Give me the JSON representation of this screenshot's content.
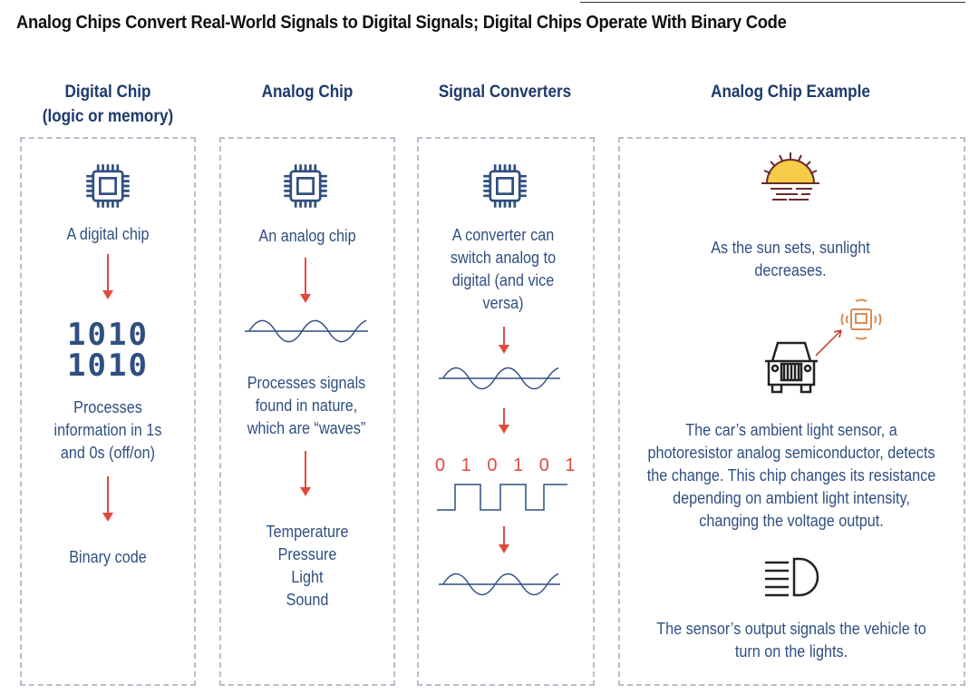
{
  "title": "Analog Chips Convert Real-World Signals to Digital Signals; Digital Chips Operate With Binary Code",
  "columns": {
    "digital": {
      "heading": "Digital Chip",
      "subheading": "(logic or memory)",
      "label": "A digital chip",
      "binary_line1": "1010",
      "binary_line2": "1010",
      "description": "Processes information in 1s and 0s (off/on)",
      "result": "Binary code"
    },
    "analog": {
      "heading": "Analog Chip",
      "label": "An analog chip",
      "description": "Processes signals found in nature, which are “waves”",
      "examples": [
        "Temperature",
        "Pressure",
        "Light",
        "Sound"
      ]
    },
    "converter": {
      "heading": "Signal Converters",
      "label": "A converter can switch analog to digital (and vice versa)",
      "digits": "0 1 0 1 0 1"
    },
    "example": {
      "heading": "Analog Chip Example",
      "step1": "As the sun sets, sunlight decreases.",
      "step2": "The car’s ambient light sensor, a photoresistor analog semiconductor, detects the change. This chip changes its resistance depending on ambient light intensity, changing the voltage output.",
      "step3": "The sensor’s output signals the vehicle to turn on the lights."
    }
  },
  "colors": {
    "heading": "#1d3a6b",
    "text": "#2f4f80",
    "arrow": "#e04a3c",
    "sun": "#f5cc48"
  }
}
